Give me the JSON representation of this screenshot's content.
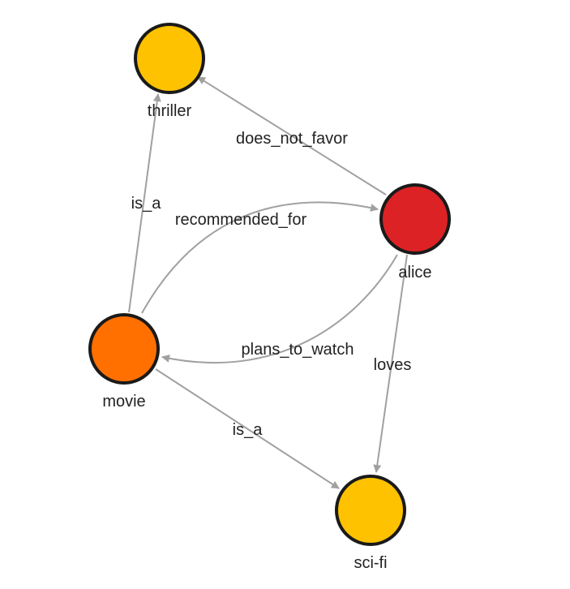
{
  "nodes": [
    {
      "id": "thriller",
      "label": "thriller",
      "color": "#ffc200"
    },
    {
      "id": "alice",
      "label": "alice",
      "color": "#dd2226"
    },
    {
      "id": "movie",
      "label": "movie",
      "color": "#ff7000"
    },
    {
      "id": "scifi",
      "label": "sci-fi",
      "color": "#ffc200"
    }
  ],
  "edges": [
    {
      "id": "alice-thriller",
      "from": "alice",
      "to": "thriller",
      "label": "does_not_favor"
    },
    {
      "id": "movie-thriller",
      "from": "movie",
      "to": "thriller",
      "label": "is_a"
    },
    {
      "id": "movie-alice",
      "from": "movie",
      "to": "alice",
      "label": "recommended_for"
    },
    {
      "id": "alice-movie",
      "from": "alice",
      "to": "movie",
      "label": "plans_to_watch"
    },
    {
      "id": "alice-scifi",
      "from": "alice",
      "to": "scifi",
      "label": "loves"
    },
    {
      "id": "movie-scifi",
      "from": "movie",
      "to": "scifi",
      "label": "is_a"
    }
  ],
  "colors": {
    "edge": "#a0a0a0",
    "node_stroke": "#1a1a1a",
    "text": "#222222"
  }
}
